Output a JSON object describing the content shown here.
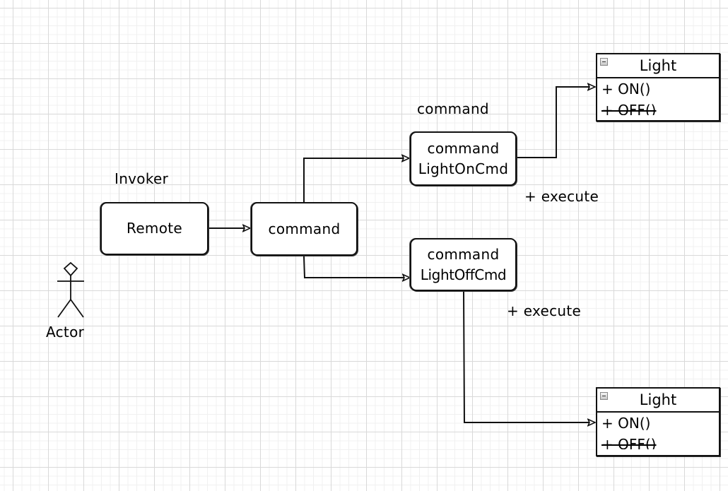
{
  "diagram": {
    "title_labels": {
      "invoker": "Invoker",
      "command_top": "command"
    },
    "actor": {
      "label": "Actor"
    },
    "nodes": {
      "remote": {
        "label": "Remote"
      },
      "command": {
        "label": "command"
      },
      "light_on_cmd": {
        "line1": "command",
        "line2": "LightOnCmd",
        "method": "+ execute"
      },
      "light_off_cmd": {
        "line1": "command",
        "line2": "LightOffCmd",
        "method": "+ execute"
      }
    },
    "classes": [
      {
        "name": "Light",
        "members": [
          "+ ON()",
          "+ OFF()"
        ]
      },
      {
        "name": "Light",
        "members": [
          "+ ON()",
          "+ OFF()"
        ]
      }
    ],
    "edges": [
      {
        "from": "Remote",
        "to": "command"
      },
      {
        "from": "command",
        "to": "LightOnCmd"
      },
      {
        "from": "command",
        "to": "LightOffCmd"
      },
      {
        "from": "LightOnCmd",
        "to": "Light (top)"
      },
      {
        "from": "LightOffCmd",
        "to": "Light (bottom)"
      }
    ],
    "colors": {
      "stroke": "#111111",
      "grid_major": "#d9d9d9",
      "grid_minor": "#f0f0f0"
    }
  }
}
